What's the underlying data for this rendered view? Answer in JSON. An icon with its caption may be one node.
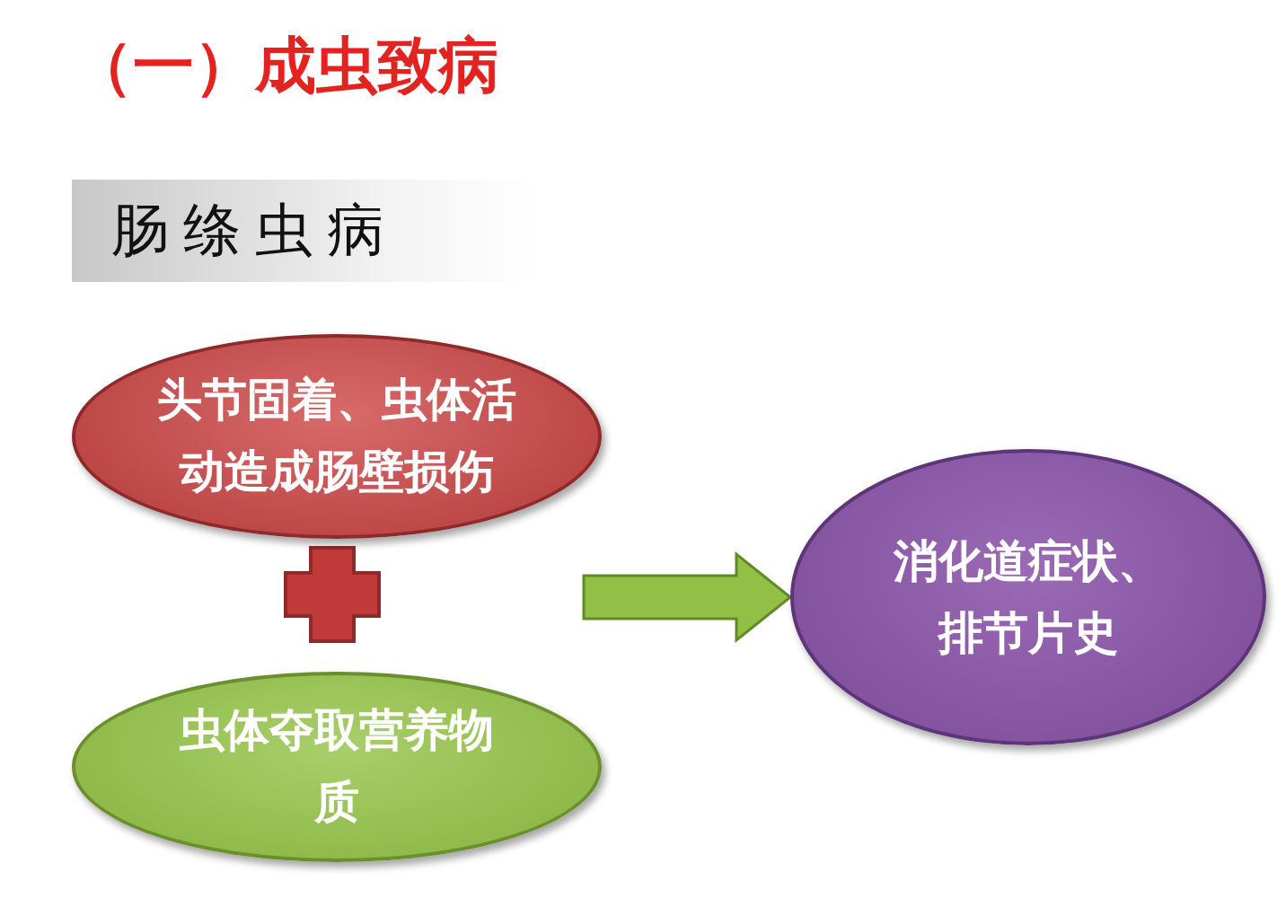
{
  "diagram": {
    "title": "（一）成虫致病",
    "nodes": [
      {
        "text": [
          "肠绦虫病"
        ]
      },
      {
        "text": [
          "头节固着、虫体活动造成肠壁损伤"
        ]
      },
      {
        "text": [
          "虫体夺取营养物质"
        ]
      },
      {
        "text": [
          "消化道症状、排节片史"
        ]
      }
    ],
    "edges": [
      {
        "from": null,
        "to": 3,
        "arrow": "to",
        "style": "thick",
        "color": "#92c046"
      }
    ]
  }
}
